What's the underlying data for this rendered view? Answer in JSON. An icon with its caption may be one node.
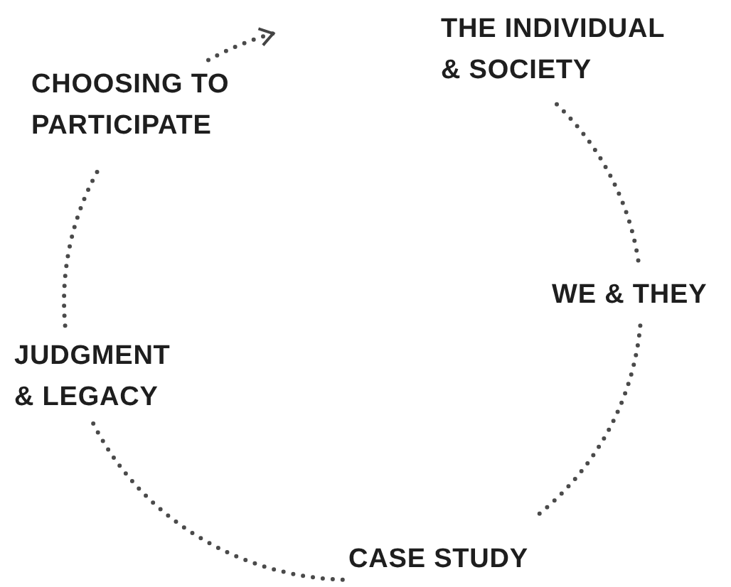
{
  "diagram": {
    "nodes": [
      {
        "text": [
          "THE INDIVIDUAL & SOCIETY"
        ]
      },
      {
        "text": [
          "WE & THEY"
        ]
      },
      {
        "text": [
          "CASE STUDY"
        ]
      },
      {
        "text": [
          "JUDGMENT & LEGACY"
        ]
      },
      {
        "text": [
          "CHOOSING TO PARTICIPATE"
        ]
      }
    ],
    "edges": [
      {
        "from": 0,
        "to": 1,
        "arrow": "none"
      },
      {
        "from": 1,
        "to": 2,
        "arrow": "none"
      },
      {
        "from": 2,
        "to": 3,
        "arrow": "none"
      },
      {
        "from": 3,
        "to": 4,
        "arrow": "none"
      },
      {
        "from": 4,
        "to": null,
        "arrow": "to"
      }
    ]
  }
}
